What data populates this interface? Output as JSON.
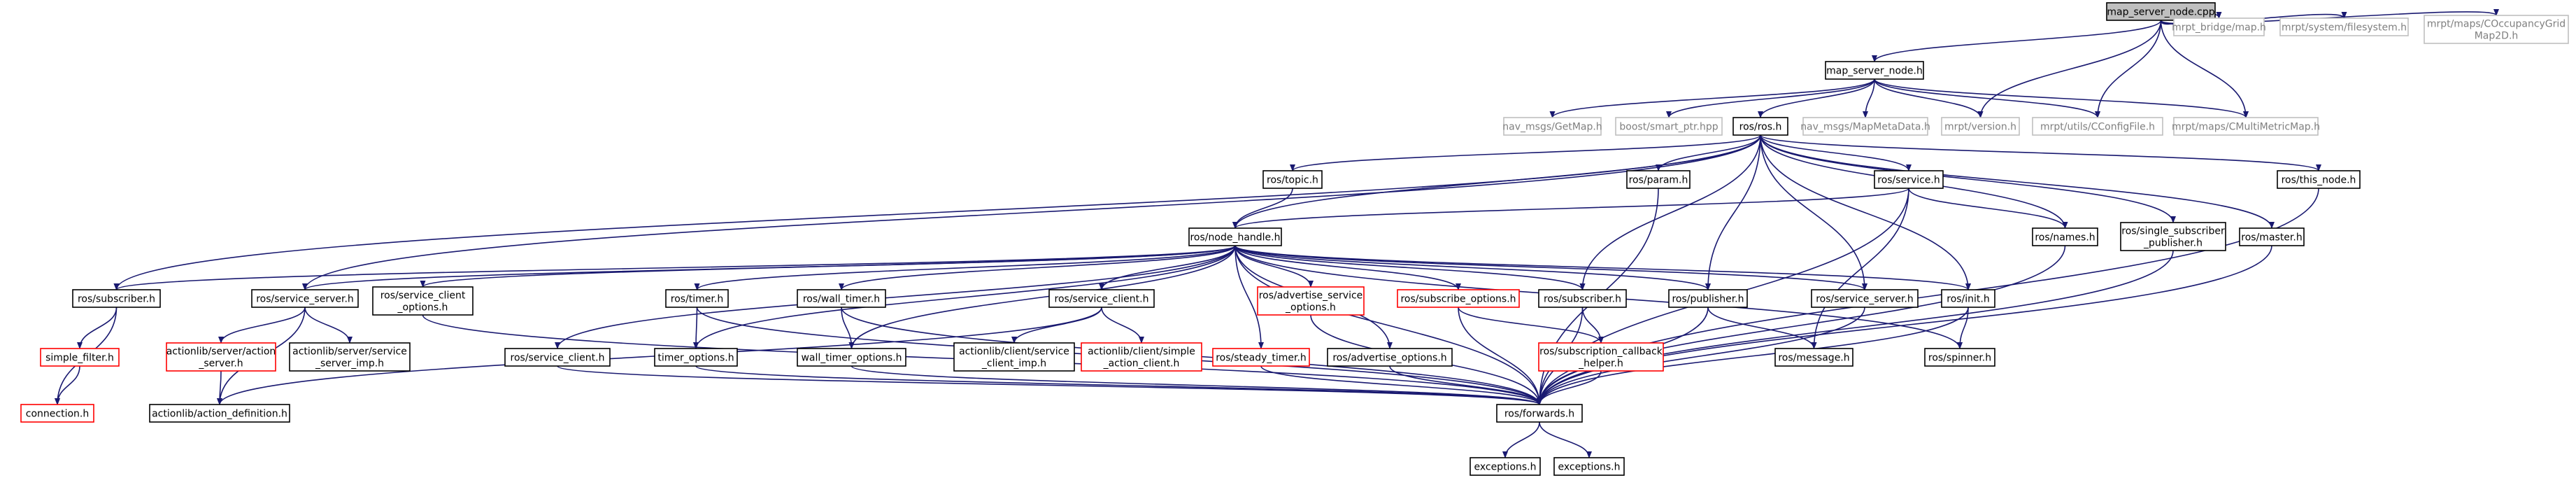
{
  "colors": {
    "edge": "#191970",
    "box_default": "#000000",
    "box_missing": "#bfbfbf",
    "box_incomplete": "#ff0000",
    "root_fill": "#bfbfbf",
    "text_default": "#000000",
    "text_missing": "#7f7f7f"
  },
  "nodes": [
    {
      "id": "root",
      "label": "map_server_node.cpp",
      "style": "root"
    },
    {
      "id": "map_server_node_h",
      "label": "map_server_node.h",
      "style": "default"
    },
    {
      "id": "mrpt_bridge_map",
      "label": "mrpt_bridge/map.h",
      "style": "missing"
    },
    {
      "id": "mrpt_system_fs",
      "label": "mrpt/system/filesystem.h",
      "style": "missing"
    },
    {
      "id": "mrpt_coccgrid",
      "label": "mrpt/maps/COccupancyGrid\nMap2D.h",
      "style": "missing"
    },
    {
      "id": "nav_getmap",
      "label": "nav_msgs/GetMap.h",
      "style": "missing"
    },
    {
      "id": "boost_smart",
      "label": "boost/smart_ptr.hpp",
      "style": "missing"
    },
    {
      "id": "ros_h",
      "label": "ros/ros.h",
      "style": "default"
    },
    {
      "id": "nav_mapmeta",
      "label": "nav_msgs/MapMetaData.h",
      "style": "missing"
    },
    {
      "id": "mrpt_version",
      "label": "mrpt/version.h",
      "style": "missing"
    },
    {
      "id": "mrpt_cconfig",
      "label": "mrpt/utils/CConfigFile.h",
      "style": "missing"
    },
    {
      "id": "mrpt_cmulti",
      "label": "mrpt/maps/CMultiMetricMap.h",
      "style": "missing"
    },
    {
      "id": "ros_topic",
      "label": "ros/topic.h",
      "style": "default"
    },
    {
      "id": "ros_param",
      "label": "ros/param.h",
      "style": "default"
    },
    {
      "id": "ros_service",
      "label": "ros/service.h",
      "style": "default"
    },
    {
      "id": "ros_this_node",
      "label": "ros/this_node.h",
      "style": "default"
    },
    {
      "id": "ros_node_handle",
      "label": "ros/node_handle.h",
      "style": "default"
    },
    {
      "id": "ros_names",
      "label": "ros/names.h",
      "style": "default"
    },
    {
      "id": "ros_single_sub",
      "label": "ros/single_subscriber\n_publisher.h",
      "style": "default"
    },
    {
      "id": "ros_master",
      "label": "ros/master.h",
      "style": "default"
    },
    {
      "id": "ros_subscriber_a",
      "label": "ros/subscriber.h",
      "style": "default"
    },
    {
      "id": "ros_service_server_a",
      "label": "ros/service_server.h",
      "style": "default"
    },
    {
      "id": "ros_service_client_opts",
      "label": "ros/service_client\n_options.h",
      "style": "default"
    },
    {
      "id": "ros_timer",
      "label": "ros/timer.h",
      "style": "default"
    },
    {
      "id": "ros_wall_timer",
      "label": "ros/wall_timer.h",
      "style": "default"
    },
    {
      "id": "ros_service_client_a",
      "label": "ros/service_client.h",
      "style": "default"
    },
    {
      "id": "ros_adv_service_opts",
      "label": "ros/advertise_service\n_options.h",
      "style": "incomplete"
    },
    {
      "id": "ros_subscribe_opts",
      "label": "ros/subscribe_options.h",
      "style": "incomplete"
    },
    {
      "id": "ros_subscriber_b",
      "label": "ros/subscriber.h",
      "style": "default"
    },
    {
      "id": "ros_publisher",
      "label": "ros/publisher.h",
      "style": "default"
    },
    {
      "id": "ros_service_server_b",
      "label": "ros/service_server.h",
      "style": "default"
    },
    {
      "id": "ros_init",
      "label": "ros/init.h",
      "style": "default"
    },
    {
      "id": "simple_filter",
      "label": "simple_filter.h",
      "style": "incomplete"
    },
    {
      "id": "al_action_server",
      "label": "actionlib/server/action\n_server.h",
      "style": "incomplete"
    },
    {
      "id": "al_service_server_imp",
      "label": "actionlib/server/service\n_server_imp.h",
      "style": "default"
    },
    {
      "id": "ros_service_client_b",
      "label": "ros/service_client.h",
      "style": "default"
    },
    {
      "id": "timer_options",
      "label": "timer_options.h",
      "style": "default"
    },
    {
      "id": "wall_timer_options",
      "label": "wall_timer_options.h",
      "style": "default"
    },
    {
      "id": "al_client_service_imp",
      "label": "actionlib/client/service\n_client_imp.h",
      "style": "default"
    },
    {
      "id": "al_client_simple",
      "label": "actionlib/client/simple\n_action_client.h",
      "style": "incomplete"
    },
    {
      "id": "ros_steady_timer",
      "label": "ros/steady_timer.h",
      "style": "incomplete"
    },
    {
      "id": "ros_advertise_opts",
      "label": "ros/advertise_options.h",
      "style": "default"
    },
    {
      "id": "ros_sub_cb_helper",
      "label": "ros/subscription_callback\n_helper.h",
      "style": "incomplete"
    },
    {
      "id": "ros_message",
      "label": "ros/message.h",
      "style": "default"
    },
    {
      "id": "ros_spinner",
      "label": "ros/spinner.h",
      "style": "default"
    },
    {
      "id": "connection",
      "label": "connection.h",
      "style": "incomplete"
    },
    {
      "id": "al_action_def",
      "label": "actionlib/action_definition.h",
      "style": "default"
    },
    {
      "id": "ros_forwards",
      "label": "ros/forwards.h",
      "style": "default"
    },
    {
      "id": "exceptions_a",
      "label": "exceptions.h",
      "style": "default"
    },
    {
      "id": "exceptions_b",
      "label": "exceptions.h",
      "style": "default"
    }
  ],
  "edges": [
    [
      "root",
      "map_server_node_h"
    ],
    [
      "root",
      "mrpt_bridge_map"
    ],
    [
      "root",
      "mrpt_system_fs"
    ],
    [
      "root",
      "mrpt_coccgrid"
    ],
    [
      "root",
      "mrpt_version"
    ],
    [
      "root",
      "mrpt_cconfig"
    ],
    [
      "root",
      "mrpt_cmulti"
    ],
    [
      "map_server_node_h",
      "nav_getmap"
    ],
    [
      "map_server_node_h",
      "boost_smart"
    ],
    [
      "map_server_node_h",
      "ros_h"
    ],
    [
      "map_server_node_h",
      "nav_mapmeta"
    ],
    [
      "map_server_node_h",
      "mrpt_version"
    ],
    [
      "map_server_node_h",
      "mrpt_cconfig"
    ],
    [
      "map_server_node_h",
      "mrpt_cmulti"
    ],
    [
      "ros_h",
      "ros_topic"
    ],
    [
      "ros_h",
      "ros_param"
    ],
    [
      "ros_h",
      "ros_service"
    ],
    [
      "ros_h",
      "ros_this_node"
    ],
    [
      "ros_h",
      "ros_node_handle"
    ],
    [
      "ros_h",
      "ros_names"
    ],
    [
      "ros_h",
      "ros_single_sub"
    ],
    [
      "ros_h",
      "ros_master"
    ],
    [
      "ros_h",
      "ros_subscriber_a"
    ],
    [
      "ros_h",
      "ros_service_server_a"
    ],
    [
      "ros_h",
      "ros_subscriber_b"
    ],
    [
      "ros_h",
      "ros_publisher"
    ],
    [
      "ros_h",
      "ros_service_server_b"
    ],
    [
      "ros_h",
      "ros_init"
    ],
    [
      "ros_topic",
      "ros_node_handle"
    ],
    [
      "ros_param",
      "ros_forwards"
    ],
    [
      "ros_service",
      "ros_node_handle"
    ],
    [
      "ros_service",
      "ros_names"
    ],
    [
      "ros_service",
      "ros_message"
    ],
    [
      "ros_service",
      "ros_forwards"
    ],
    [
      "ros_this_node",
      "ros_forwards"
    ],
    [
      "ros_names",
      "ros_forwards"
    ],
    [
      "ros_single_sub",
      "ros_forwards"
    ],
    [
      "ros_master",
      "ros_forwards"
    ],
    [
      "ros_node_handle",
      "ros_subscriber_a"
    ],
    [
      "ros_node_handle",
      "ros_service_server_a"
    ],
    [
      "ros_node_handle",
      "ros_service_client_opts"
    ],
    [
      "ros_node_handle",
      "ros_timer"
    ],
    [
      "ros_node_handle",
      "ros_wall_timer"
    ],
    [
      "ros_node_handle",
      "ros_service_client_a"
    ],
    [
      "ros_node_handle",
      "ros_service_client_b"
    ],
    [
      "ros_node_handle",
      "ros_adv_service_opts"
    ],
    [
      "ros_node_handle",
      "ros_subscribe_opts"
    ],
    [
      "ros_node_handle",
      "ros_subscriber_b"
    ],
    [
      "ros_node_handle",
      "ros_publisher"
    ],
    [
      "ros_node_handle",
      "ros_service_server_b"
    ],
    [
      "ros_node_handle",
      "ros_init"
    ],
    [
      "ros_node_handle",
      "timer_options"
    ],
    [
      "ros_node_handle",
      "wall_timer_options"
    ],
    [
      "ros_node_handle",
      "ros_steady_timer"
    ],
    [
      "ros_node_handle",
      "ros_advertise_opts"
    ],
    [
      "ros_node_handle",
      "ros_spinner"
    ],
    [
      "ros_node_handle",
      "ros_forwards"
    ],
    [
      "ros_subscriber_a",
      "simple_filter"
    ],
    [
      "ros_subscriber_a",
      "connection"
    ],
    [
      "simple_filter",
      "connection"
    ],
    [
      "ros_service_server_a",
      "al_action_server"
    ],
    [
      "ros_service_server_a",
      "al_service_server_imp"
    ],
    [
      "ros_service_server_a",
      "al_action_def"
    ],
    [
      "al_action_server",
      "al_action_def"
    ],
    [
      "ros_service_client_opts",
      "ros_forwards"
    ],
    [
      "ros_timer",
      "timer_options"
    ],
    [
      "ros_timer",
      "ros_forwards"
    ],
    [
      "ros_wall_timer",
      "wall_timer_options"
    ],
    [
      "ros_wall_timer",
      "ros_forwards"
    ],
    [
      "ros_service_client_b",
      "al_client_service_imp"
    ],
    [
      "ros_service_client_b",
      "al_client_simple"
    ],
    [
      "ros_service_client_b",
      "al_action_def"
    ],
    [
      "ros_service_client_a",
      "ros_forwards"
    ],
    [
      "timer_options",
      "ros_forwards"
    ],
    [
      "wall_timer_options",
      "ros_forwards"
    ],
    [
      "ros_steady_timer",
      "ros_forwards"
    ],
    [
      "ros_advertise_opts",
      "ros_forwards"
    ],
    [
      "ros_adv_service_opts",
      "ros_forwards"
    ],
    [
      "ros_subscribe_opts",
      "ros_sub_cb_helper"
    ],
    [
      "ros_subscribe_opts",
      "ros_forwards"
    ],
    [
      "ros_subscriber_b",
      "ros_sub_cb_helper"
    ],
    [
      "ros_subscriber_b",
      "ros_forwards"
    ],
    [
      "ros_sub_cb_helper",
      "ros_forwards"
    ],
    [
      "ros_publisher",
      "ros_message"
    ],
    [
      "ros_publisher",
      "ros_forwards"
    ],
    [
      "ros_service_server_b",
      "ros_forwards"
    ],
    [
      "ros_init",
      "ros_spinner"
    ],
    [
      "ros_init",
      "ros_forwards"
    ],
    [
      "ros_forwards",
      "exceptions_a"
    ],
    [
      "ros_forwards",
      "exceptions_b"
    ]
  ]
}
